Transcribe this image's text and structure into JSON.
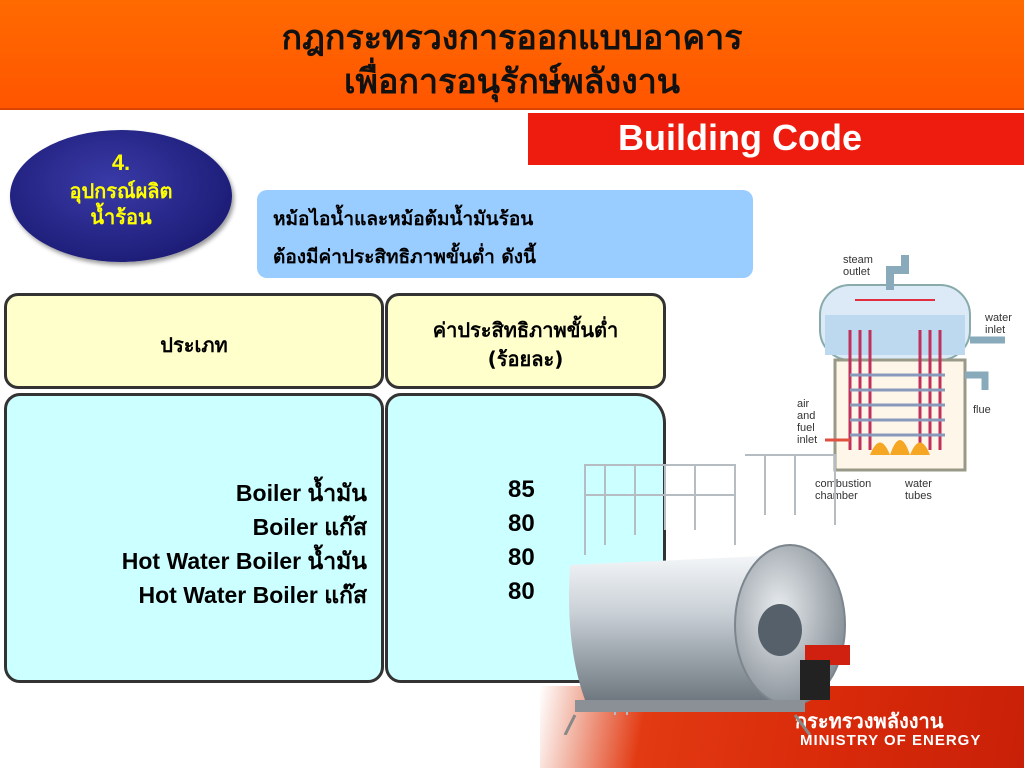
{
  "title": {
    "line1": "กฎกระทรวงการออกแบบอาคาร",
    "line2": "เพื่อการอนุรักษ์พลังงาน"
  },
  "badge": "Building Code",
  "section": {
    "number": "4.",
    "line1": "อุปกรณ์ผลิต",
    "line2": "น้ำร้อน"
  },
  "note": {
    "line1": "หม้อไอน้ำและหม้อต้มน้ำมันร้อน",
    "line2": "ต้องมีค่าประสิทธิภาพขั้นต่ำ  ดังนี้"
  },
  "table": {
    "header_type": "ประเภท",
    "header_eff_line1": "ค่าประสิทธิภาพขั้นต่ำ",
    "header_eff_line2": "(ร้อยละ)",
    "rows": [
      {
        "type": "Boiler น้ำมัน",
        "value": "85"
      },
      {
        "type": "Boiler แก๊ส",
        "value": "80"
      },
      {
        "type": "Hot Water Boiler น้ำมัน",
        "value": "80"
      },
      {
        "type": "Hot Water Boiler แก๊ส",
        "value": "80"
      }
    ]
  },
  "diagram_labels": {
    "steam_outlet": "steam outlet",
    "water_inlet": "water inlet",
    "air_fuel_inlet": "air and fuel inlet",
    "flue": "flue",
    "combustion_chamber": "combustion chamber",
    "water_tubes": "water tubes"
  },
  "footer": {
    "ministry_th": "กระทรวงพลังงาน",
    "ministry_en": "MINISTRY OF ENERGY"
  },
  "colors": {
    "title_bar": "#ff6a00",
    "badge": "#ee1c0e",
    "oval": "#1e1e7a",
    "oval_text": "#ffff00",
    "note_box": "#99ccff",
    "header_fill": "#ffffcc",
    "body_fill": "#ccffff"
  }
}
